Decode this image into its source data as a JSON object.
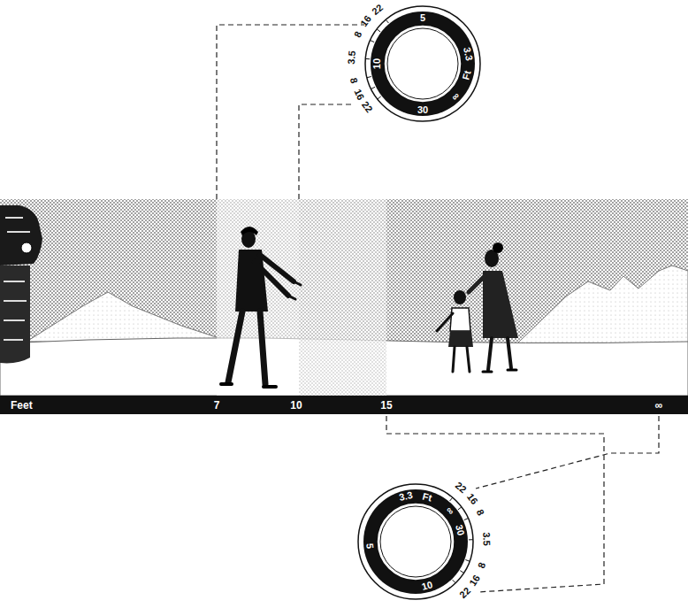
{
  "diagram": {
    "nodes": [
      {
        "text": [
          "5",
          "3.3",
          "Ft",
          "∞",
          "30",
          "10",
          "22",
          "16",
          "8",
          "3.5",
          "8",
          "16",
          "22"
        ]
      },
      {
        "text": [
          "Feet",
          "7",
          "10",
          "15",
          "∞"
        ]
      },
      {
        "text": [
          "3.3",
          "Ft",
          "∞",
          "30",
          "10",
          "5",
          "22",
          "16",
          "8",
          "3.5",
          "8",
          "16",
          "22"
        ]
      }
    ]
  }
}
